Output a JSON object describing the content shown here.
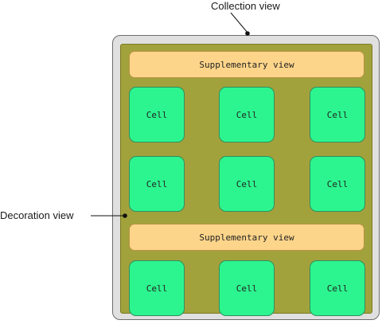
{
  "labels": {
    "collection_view": "Collection view",
    "decoration_view": "Decoration view"
  },
  "supplementary_views": [
    {
      "label": "Supplementary view"
    },
    {
      "label": "Supplementary view"
    }
  ],
  "cells": [
    {
      "label": "Cell"
    },
    {
      "label": "Cell"
    },
    {
      "label": "Cell"
    },
    {
      "label": "Cell"
    },
    {
      "label": "Cell"
    },
    {
      "label": "Cell"
    },
    {
      "label": "Cell"
    },
    {
      "label": "Cell"
    },
    {
      "label": "Cell"
    }
  ],
  "colors": {
    "collection_frame": "#e0e0e0",
    "decoration_area": "#a2a23c",
    "supplementary_view": "#fdd58a",
    "cell": "#2cf58f"
  }
}
